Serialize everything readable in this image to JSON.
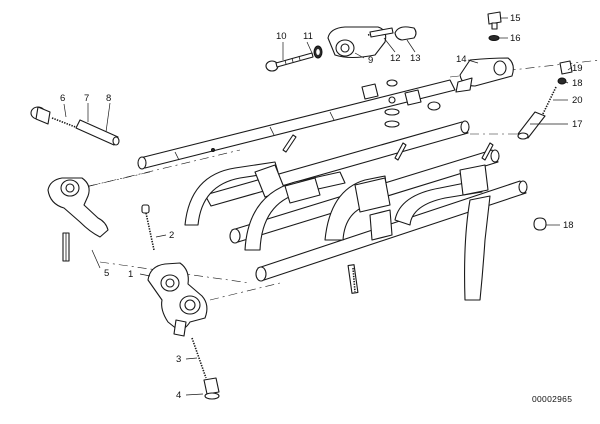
{
  "diagram": {
    "callouts": {
      "c1": "1",
      "c2": "2",
      "c3": "3",
      "c4": "4",
      "c5": "5",
      "c6": "6",
      "c7": "7",
      "c8": "8",
      "c9": "9",
      "c10": "10",
      "c11": "11",
      "c12": "12",
      "c13": "13",
      "c14": "14",
      "c15": "15",
      "c16": "16",
      "c17": "17",
      "c18a": "18",
      "c18b": "18",
      "c19": "19",
      "c20": "20"
    },
    "doc_id": "00002965"
  }
}
